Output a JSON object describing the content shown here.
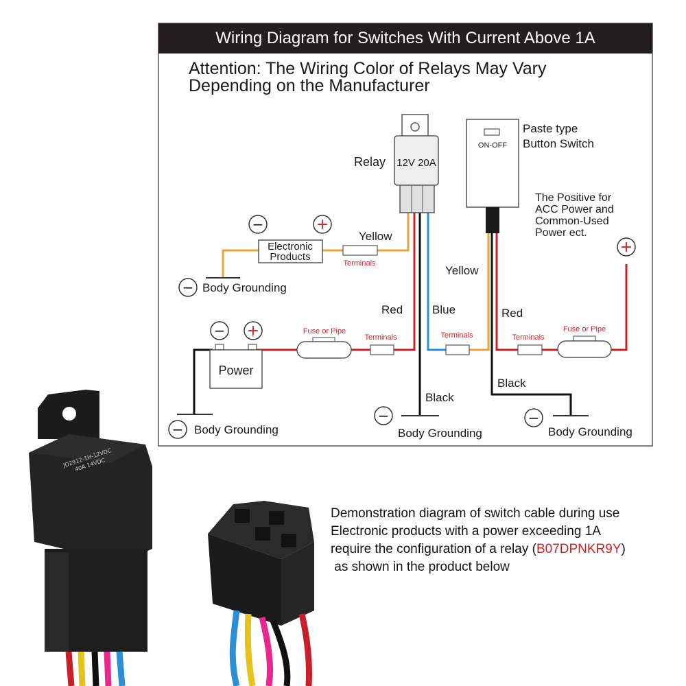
{
  "header": {
    "title": "Wiring Diagram for Switches With Current Above 1A"
  },
  "attention": {
    "line1": "Attention: The Wiring Color of Relays May Vary",
    "line2": "Depending on the Manufacturer"
  },
  "relay": {
    "label": "Relay",
    "rating": "12V 20A"
  },
  "switch": {
    "marking": "ON-OFF",
    "label_line1": "Paste type",
    "label_line2": "Button Switch"
  },
  "positive_note": [
    "The Positive for",
    "ACC Power and",
    "Common-Used",
    "Power ect."
  ],
  "electronic_products": {
    "line1": "Electronic",
    "line2": "Products"
  },
  "power_label": "Power",
  "body_grounding": "Body Grounding",
  "terminals": "Terminals",
  "fuse": "Fuse or Pipe",
  "wires": {
    "yellow": "Yellow",
    "red": "Red",
    "blue": "Blue",
    "black": "Black"
  },
  "symbols": {
    "minus": "−",
    "plus": "+"
  },
  "relay_module_print": {
    "model": "JD2912-1H-12VDC",
    "spec": "40A 14VDC"
  },
  "description": {
    "line1": "Demonstration diagram of switch cable during use",
    "line2": "Electronic products with a power exceeding 1A",
    "line3_pre": "require the configuration of a relay (",
    "line3_part": "B07DPNKR9Y",
    "line3_post": ")",
    "line4": " as shown in the product below"
  },
  "colors": {
    "header_bg": "#231f20",
    "yellow_wire": "#e8a23a",
    "red_wire": "#c8202a",
    "blue_wire": "#2a8fd6",
    "black_wire": "#111111",
    "pink_wire": "#e8288c",
    "part_number": "#d0202a"
  }
}
